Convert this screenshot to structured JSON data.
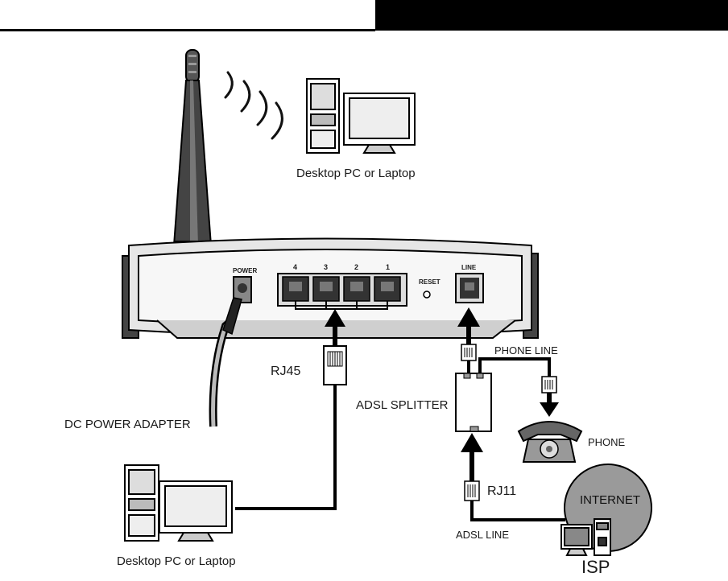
{
  "diagram": {
    "labels": {
      "pc_top": "Desktop PC or Laptop",
      "pc_bottom": "Desktop PC or Laptop",
      "rj45": "RJ45",
      "dc_adapter": "DC POWER ADAPTER",
      "adsl_splitter": "ADSL SPLITTER",
      "phone_line": "PHONE LINE",
      "phone": "PHONE",
      "rj11": "RJ11",
      "adsl_line": "ADSL LINE",
      "internet": "INTERNET",
      "isp": "ISP"
    },
    "router_panel": {
      "power": "POWER",
      "ports": [
        "4",
        "3",
        "2",
        "1"
      ],
      "reset": "RESET",
      "line": "LINE"
    }
  }
}
